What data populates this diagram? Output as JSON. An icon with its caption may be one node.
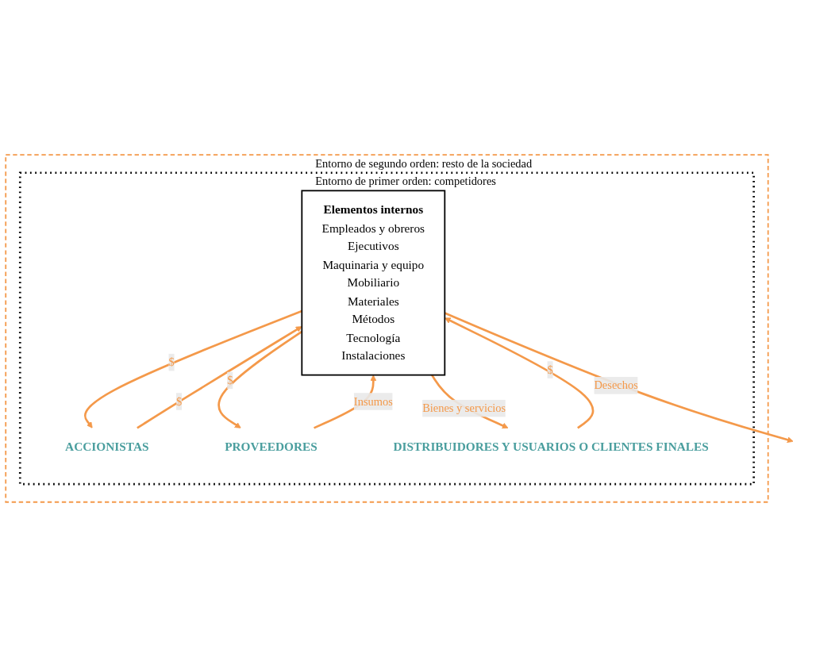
{
  "diagram": {
    "nodes": [
      {
        "text": [
          "Entorno de segundo orden: resto de la sociedad"
        ]
      },
      {
        "text": [
          "Entorno de primer orden: competidores"
        ],
        "in": 0
      },
      {
        "text": [
          "Elementos internos",
          "Empleados y obreros",
          "Ejecutivos",
          "Maquinaria y equipo",
          "Mobiliario",
          "Materiales",
          "Métodos",
          "Tecnología",
          "Instalaciones"
        ],
        "in": 1
      },
      {
        "text": [
          "ACCIONISTAS"
        ],
        "in": 1
      },
      {
        "text": [
          "PROVEEDORES"
        ],
        "in": 1
      },
      {
        "text": [
          "DISTRIBUIDORES Y USUARIOS O CLIENTES FINALES"
        ],
        "in": 1
      }
    ],
    "edges": [
      {
        "from": 3,
        "to": 2,
        "arrow": "to",
        "label": "$"
      },
      {
        "from": 2,
        "to": 3,
        "arrow": "to",
        "label": "$"
      },
      {
        "from": 4,
        "to": 2,
        "arrow": "to",
        "label": "Insumos"
      },
      {
        "from": 2,
        "to": 4,
        "arrow": "to",
        "label": "$"
      },
      {
        "from": 5,
        "to": 2,
        "arrow": "to",
        "label": "$"
      },
      {
        "from": 2,
        "to": 5,
        "arrow": "to",
        "label": "Bienes y servicios"
      },
      {
        "from": 2,
        "to": null,
        "arrow": "to",
        "label": "Desechos"
      }
    ]
  }
}
